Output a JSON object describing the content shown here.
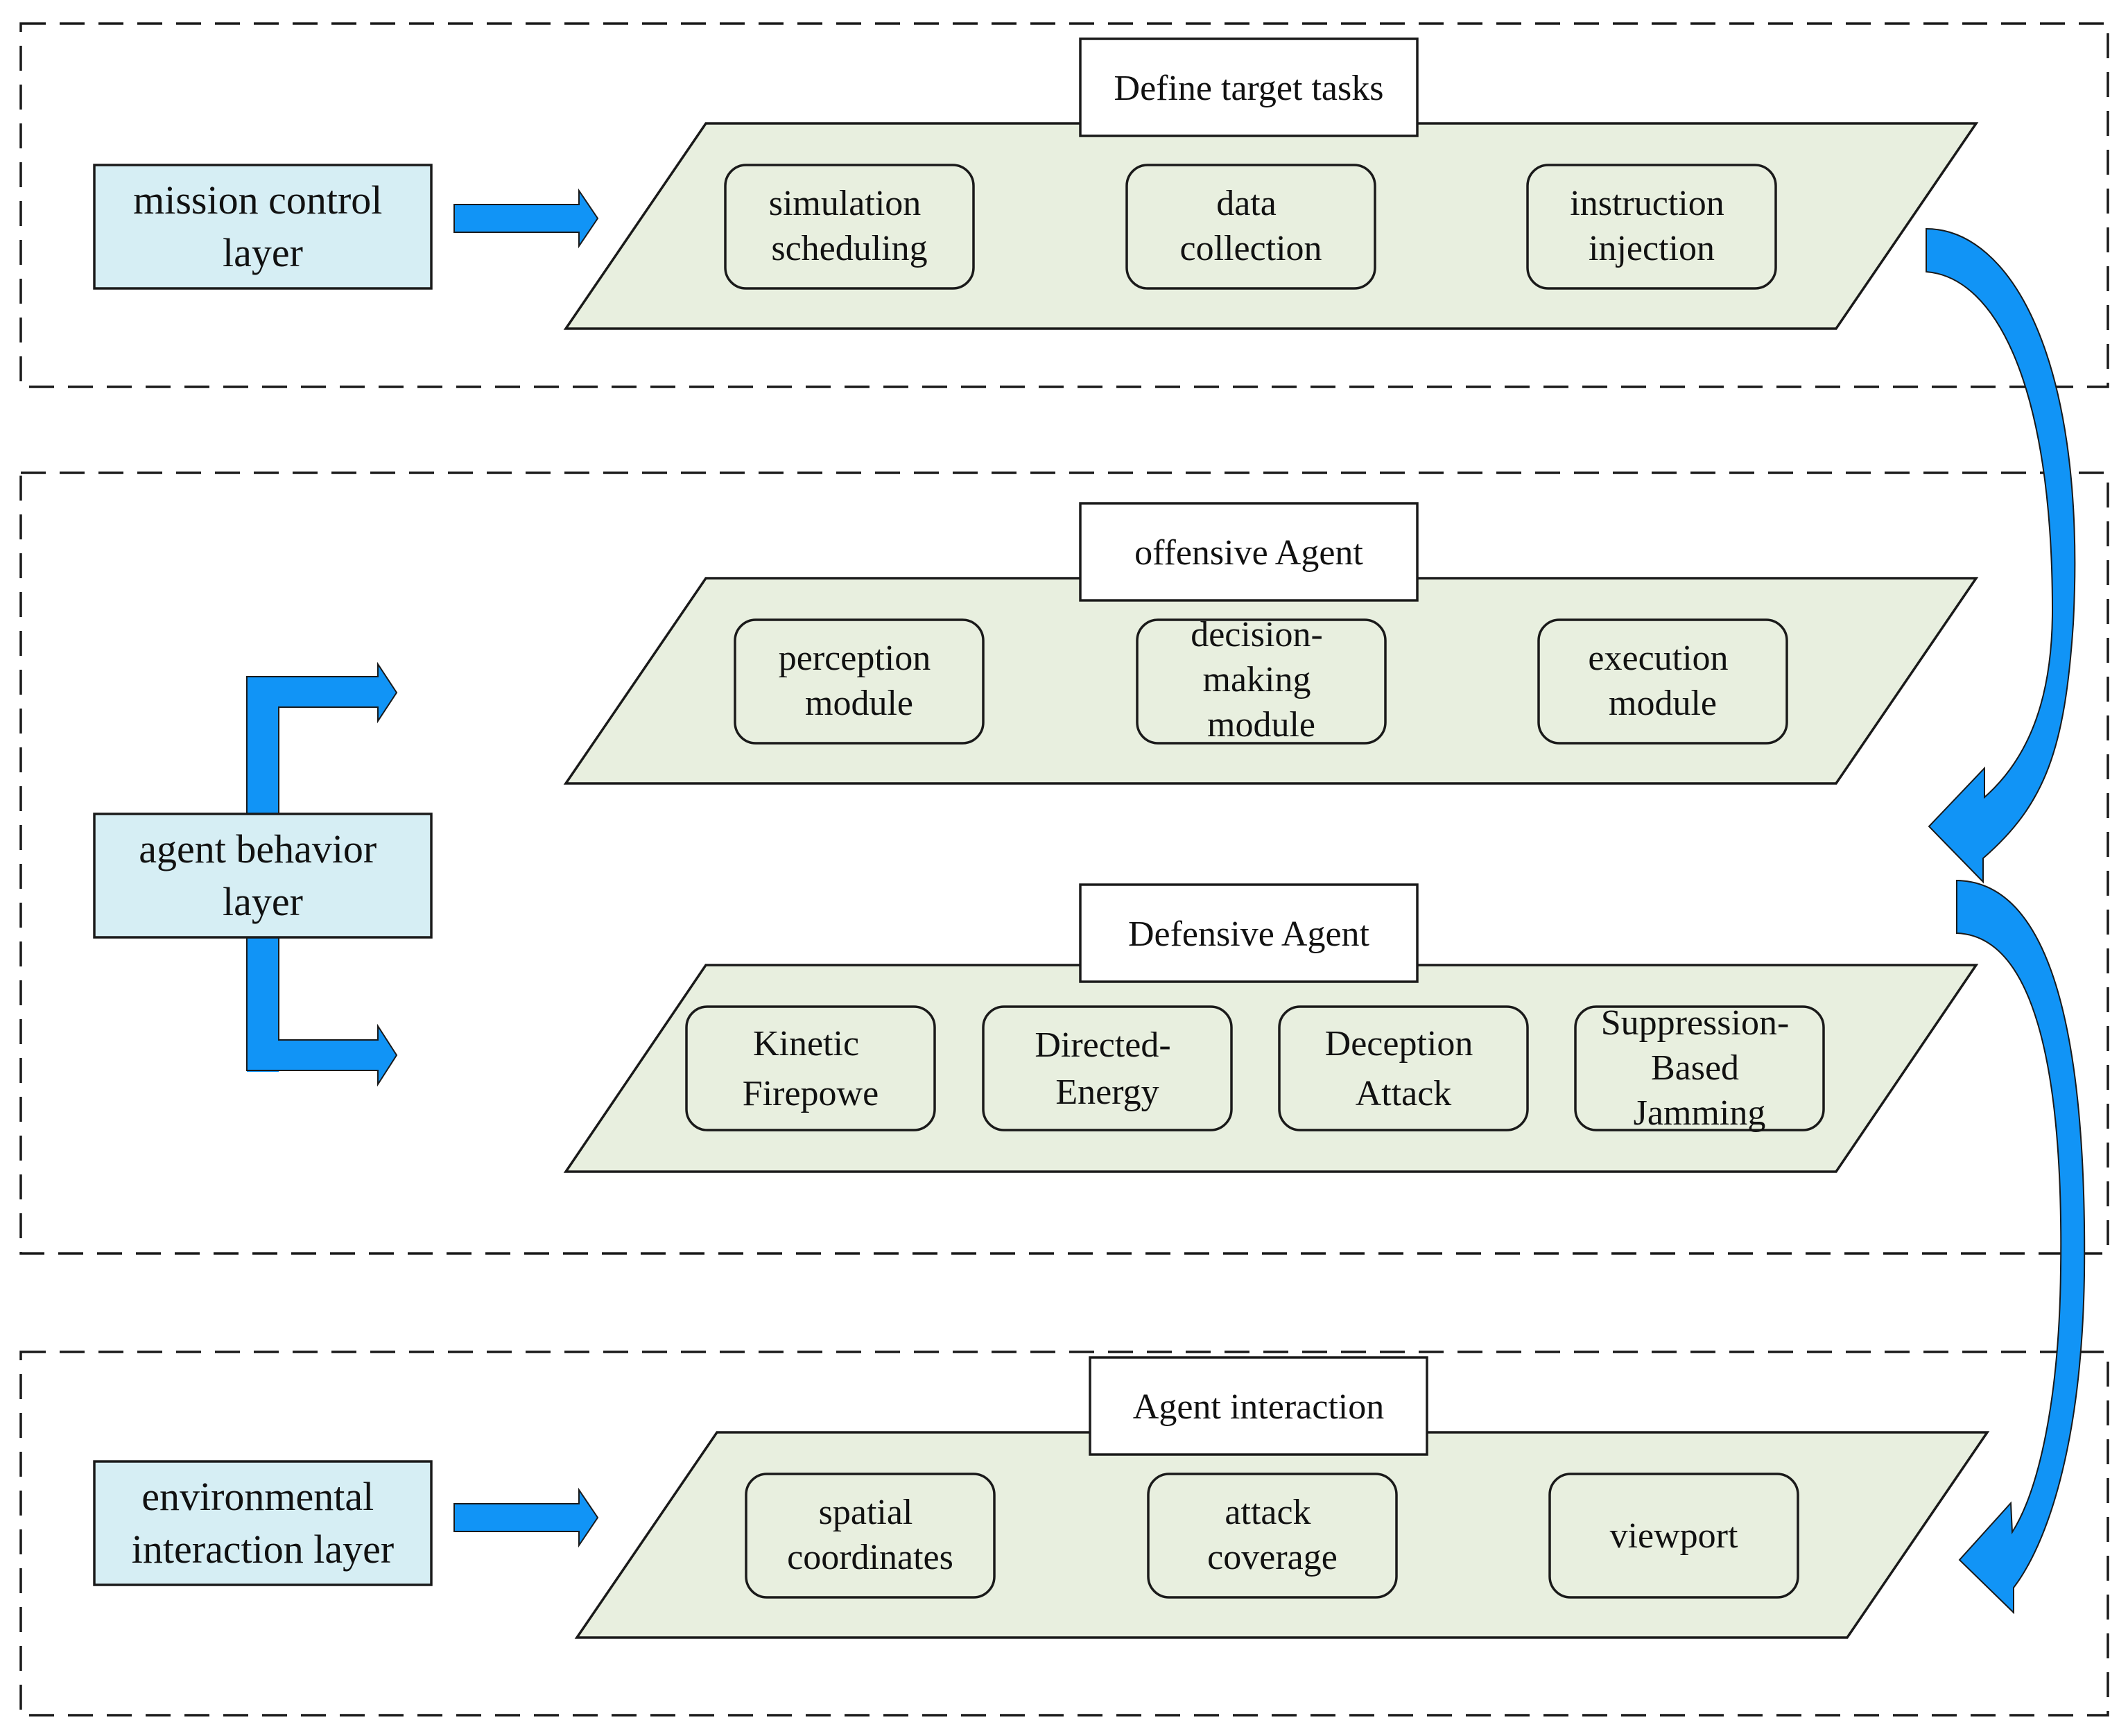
{
  "layers": {
    "mission": "mission control layer",
    "agent": "agent behavior layer",
    "environment": "environmental interaction layer"
  },
  "groups": {
    "mission": {
      "title": "Define target tasks",
      "modules": [
        "simulation scheduling",
        "data collection",
        "instruction injection"
      ]
    },
    "offensive": {
      "title": "offensive Agent",
      "modules": [
        "perception module",
        "decision-making module",
        "execution module"
      ]
    },
    "defensive": {
      "title": "Defensive Agent",
      "modules": [
        "Kinetic Firepowe",
        "Directed-Energy",
        "Deception Attack",
        "Suppression-Based Jamming"
      ]
    },
    "interaction": {
      "title": "Agent interaction",
      "modules": [
        "spatial coordinates",
        "attack coverage",
        "viewport"
      ]
    }
  },
  "colors": {
    "arrow": "#1194f6",
    "layer_fill": "#d6eef4",
    "panel_fill": "#e8efdf"
  }
}
